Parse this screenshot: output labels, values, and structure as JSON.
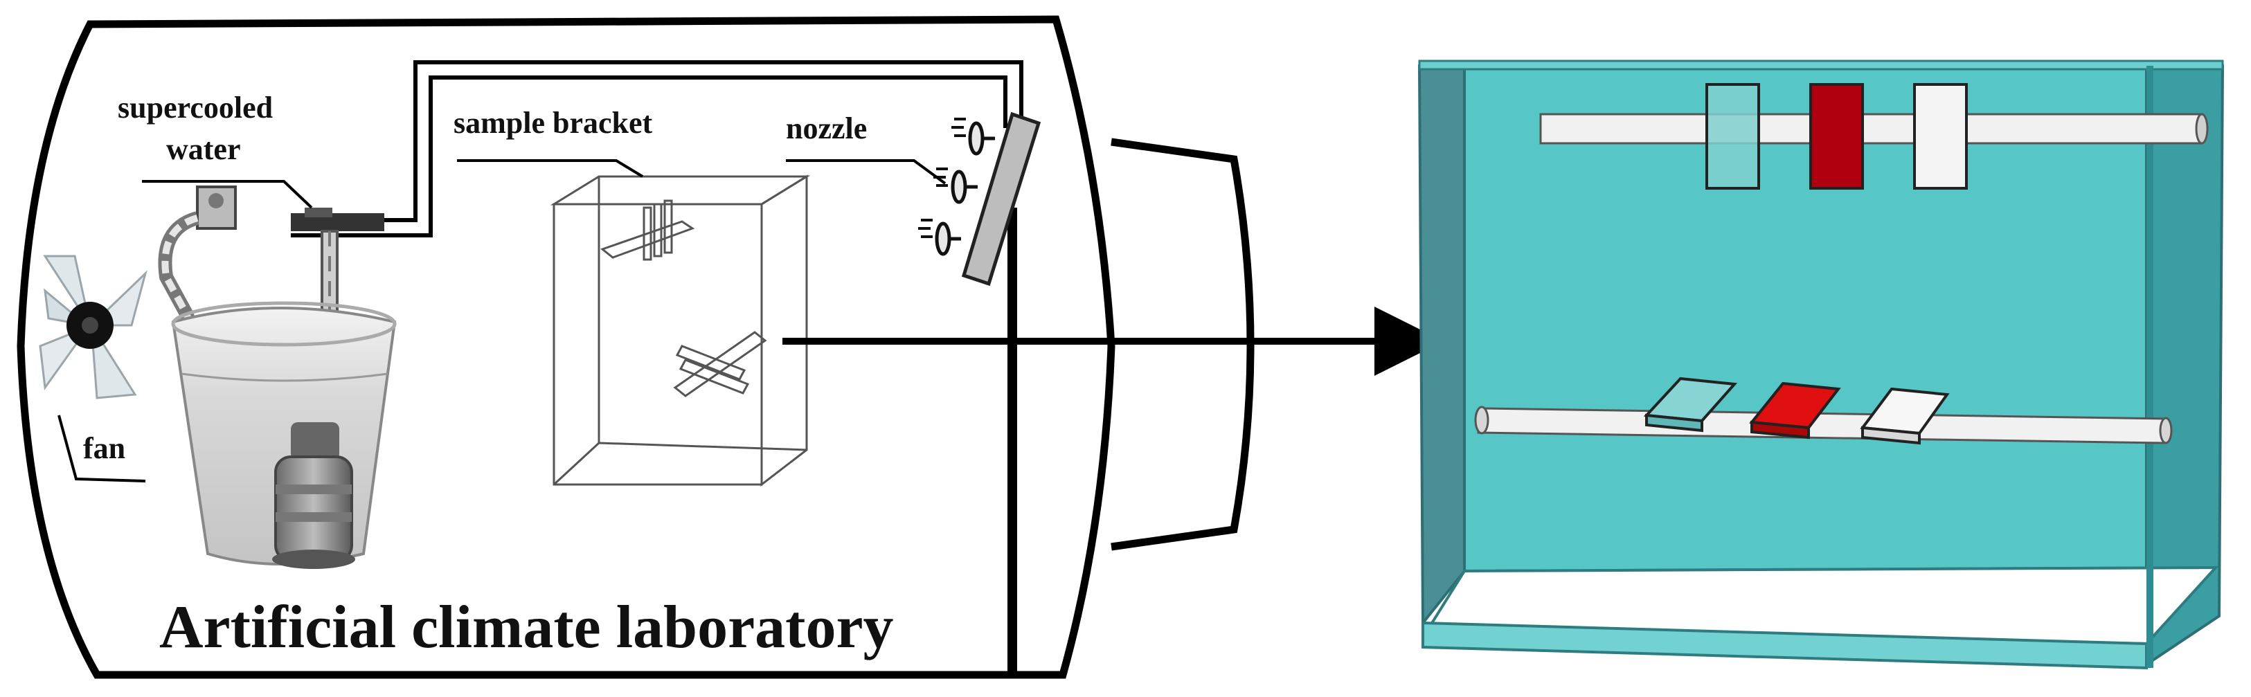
{
  "labels": {
    "supercooled_water_line1": "supercooled",
    "supercooled_water_line2": "water",
    "sample_bracket": "sample bracket",
    "nozzle": "nozzle",
    "fan": "fan",
    "laboratory": "Artificial climate laboratory"
  },
  "colors": {
    "outline": "#000000",
    "water": "#c8c8c8",
    "chamber_teal": "#4fc4c4",
    "chamber_teal_dark": "#3f8f95",
    "chamber_floor": "#ffffff",
    "sample_transparent": "#7fcfcf",
    "sample_red": "#b00010",
    "sample_red_bright": "#e01010",
    "sample_white": "#f4f4f4",
    "nozzle_bar": "#bdbdbd"
  },
  "icons": [
    "fan-icon",
    "pump-icon",
    "bucket-icon",
    "nozzle-icon",
    "arrow-icon"
  ]
}
